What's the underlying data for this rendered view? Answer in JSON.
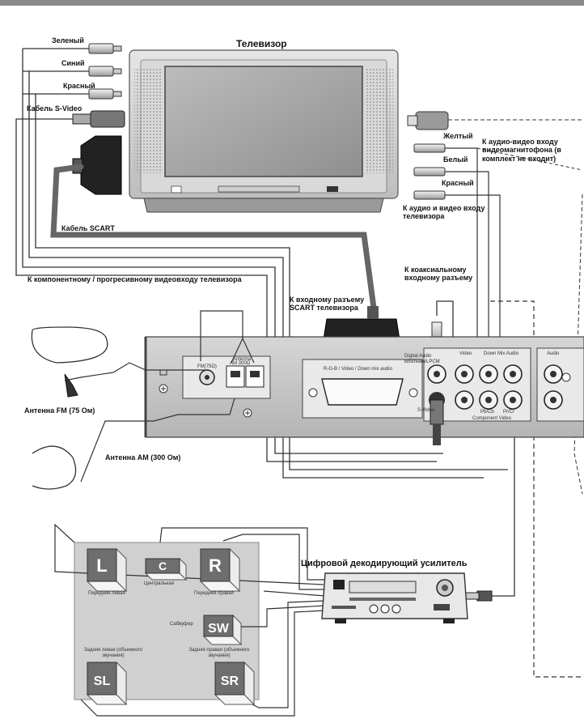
{
  "tv": {
    "title": "Телевизор"
  },
  "cables": {
    "green": "Зеленый",
    "blue": "Синий",
    "red_top": "Красный",
    "svideo": "Кабель S-Video",
    "scart": "Кабель SCART",
    "yellow": "Желтый",
    "white": "Белый",
    "red_right": "Красный"
  },
  "labels": {
    "vcr_av_in": "К аудио-видео входу видеомагнитофона (в комплект не входит)",
    "tv_av_in": "К аудио и видео входу телевизора",
    "component_in": "К компонентному / прогресивному видеовходу телевизора",
    "coax_in": "К коаксиальному входному разъему",
    "scart_in": "К входному разъему SCART телевизора",
    "antenna_fm": "Антенна FM (75 Ом)",
    "antenna_am": "Антенна AM (300 Ом)",
    "amplifier": "Цифровой декодирующий усилитель"
  },
  "panel": {
    "antenna_group": "Antenna",
    "fm_port": "FM(75Ω)",
    "am_port": "AM 300Ω",
    "scart_port": "R-G-B / Video / Down mix audio",
    "digital_audio": "Digital Audio Bitstream/LPCM",
    "video": "Video",
    "downmix_audio": "Down Mix Audio",
    "svideo": "S-Video",
    "component": "Component Video",
    "pb": "Pb/Cb",
    "pr": "Pr/Cr",
    "audio": "Audio"
  },
  "speakers": [
    {
      "letter": "L",
      "caption": "Передняя левая"
    },
    {
      "letter": "C",
      "caption": "Центральная"
    },
    {
      "letter": "R",
      "caption": "Передняя правая"
    },
    {
      "letter": "SW",
      "caption": "Сабвуфер"
    },
    {
      "letter": "SL",
      "caption": "Задняя левая (объемного звучания)"
    },
    {
      "letter": "SR",
      "caption": "Задняя правая (объемного звучания)"
    }
  ]
}
